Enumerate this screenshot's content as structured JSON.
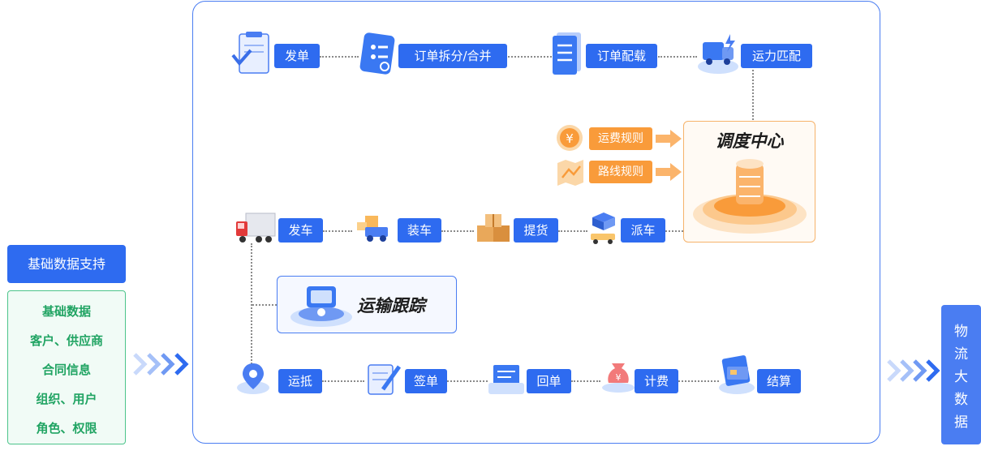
{
  "left_panel": {
    "title": "基础数据支持",
    "items": [
      "基础数据",
      "客户、供应商",
      "合同信息",
      "组织、用户",
      "角色、权限"
    ]
  },
  "right_panel": {
    "chars": [
      "物",
      "流",
      "大",
      "数",
      "据"
    ]
  },
  "row1": [
    "发单",
    "订单拆分/合并",
    "订单配载",
    "运力匹配"
  ],
  "rules": [
    "运费规则",
    "路线规则"
  ],
  "dispatch_center": "调度中心",
  "row2": [
    "发车",
    "装车",
    "提货",
    "派车"
  ],
  "tracking": "运输跟踪",
  "row3": [
    "运抵",
    "签单",
    "回单",
    "计费",
    "结算"
  ],
  "colors": {
    "blue": "#2e6bf0",
    "orange": "#f99b3a",
    "green": "#21a463",
    "frame": "#4a7df2"
  }
}
